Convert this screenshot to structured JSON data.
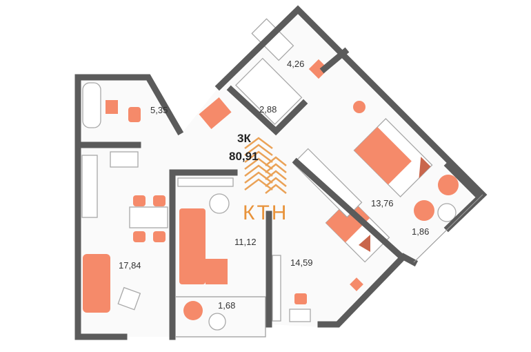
{
  "plan": {
    "type_label": "3К",
    "total_area": "80,91"
  },
  "rooms": [
    {
      "name": "bathroom-1",
      "area": "5,35"
    },
    {
      "name": "bathroom-2",
      "area": "4,26"
    },
    {
      "name": "wardrobe",
      "area": "2,88"
    },
    {
      "name": "bedroom-1",
      "area": "13,76"
    },
    {
      "name": "balcony-1",
      "area": "1,86"
    },
    {
      "name": "kitchen-living",
      "area": "17,84"
    },
    {
      "name": "living-room",
      "area": "11,12"
    },
    {
      "name": "balcony-2",
      "area": "1,68"
    },
    {
      "name": "bedroom-2",
      "area": "14,59"
    }
  ],
  "watermark": {
    "text": "КТН"
  },
  "colors": {
    "wall": "#5b5b5b",
    "furniture": "#f58a6a",
    "logo": "#e8933b"
  }
}
